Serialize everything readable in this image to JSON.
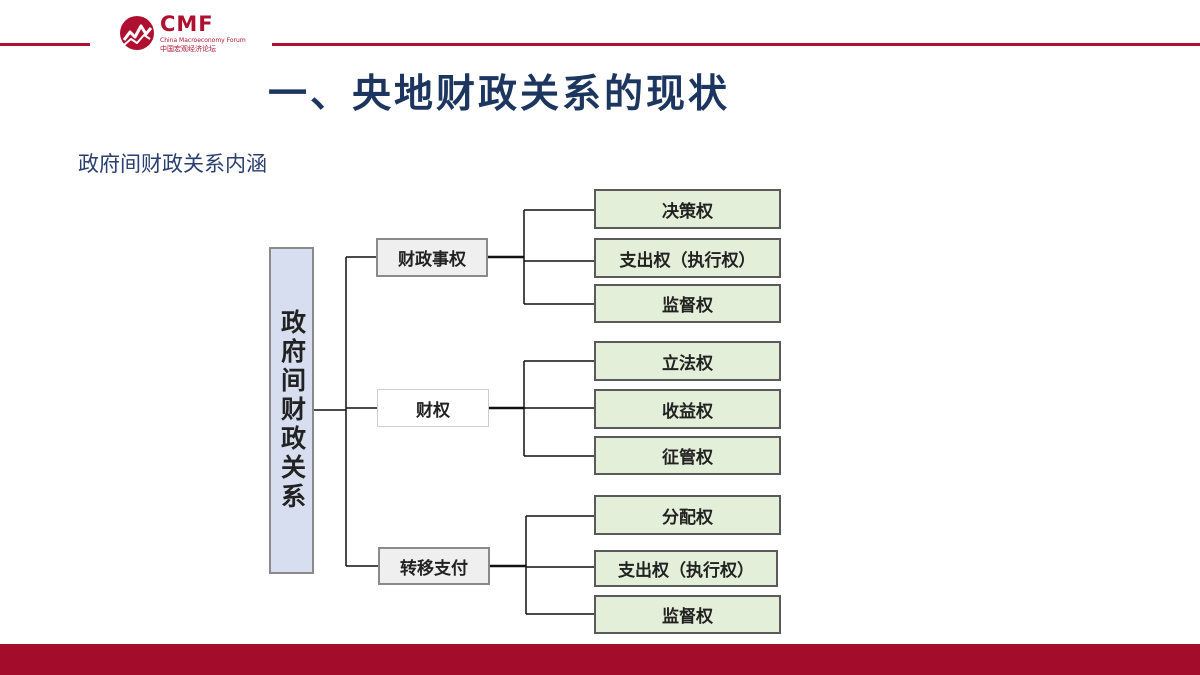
{
  "header": {
    "logo_text": "CMF",
    "logo_subtitle": "China Macroeconomy Forum",
    "logo_chinese": "中国宏观经济论坛"
  },
  "title": "一、央地财政关系的现状",
  "subtitle": "政府间财政关系内涵",
  "diagram": {
    "root": "政府间财政关系",
    "branches": [
      {
        "label": "财政事权",
        "children": [
          "决策权",
          "支出权（执行权）",
          "监督权"
        ]
      },
      {
        "label": "财权",
        "children": [
          "立法权",
          "收益权",
          "征管权"
        ]
      },
      {
        "label": "转移支付",
        "children": [
          "分配权",
          "支出权（执行权）",
          "监督权"
        ]
      }
    ]
  },
  "colors": {
    "brand_red": "#b01030",
    "footer_red": "#a30c2a",
    "title_blue": "#1c3660",
    "root_fill": "#d6def0",
    "leaf_fill": "#e3efd9"
  }
}
